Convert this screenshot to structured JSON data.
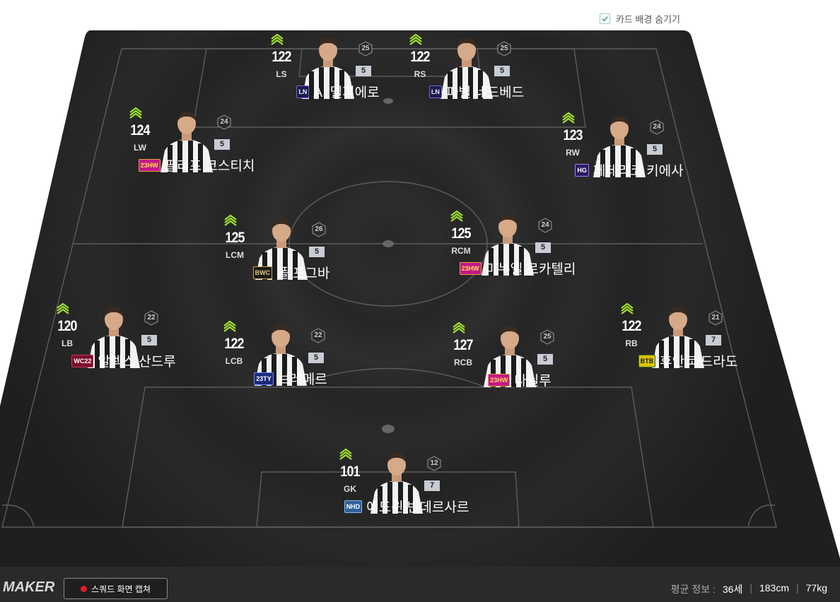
{
  "toggle": {
    "label": "카드 배경 숨기기",
    "checked": true
  },
  "players": [
    {
      "id": "ls",
      "ovr": "122",
      "pos": "LS",
      "level": "25",
      "grade": "5",
      "season": "LN",
      "name": "A. 델피에로"
    },
    {
      "id": "rs",
      "ovr": "122",
      "pos": "RS",
      "level": "25",
      "grade": "5",
      "season": "LN",
      "name": "파벨 네드베드"
    },
    {
      "id": "lw",
      "ovr": "124",
      "pos": "LW",
      "level": "24",
      "grade": "5",
      "season": "23HW",
      "name": "필리프 코스티치"
    },
    {
      "id": "rw",
      "ovr": "123",
      "pos": "RW",
      "level": "24",
      "grade": "5",
      "season": "HG",
      "name": "페데리코 키에사"
    },
    {
      "id": "lcm",
      "ovr": "125",
      "pos": "LCM",
      "level": "26",
      "grade": "5",
      "season": "BWC",
      "name": "폴 포그바"
    },
    {
      "id": "rcm",
      "ovr": "125",
      "pos": "RCM",
      "level": "24",
      "grade": "5",
      "season": "23HW",
      "name": "마누엘 로카텔리"
    },
    {
      "id": "lb",
      "ovr": "120",
      "pos": "LB",
      "level": "22",
      "grade": "5",
      "season": "WC22",
      "name": "알렉스 산드루"
    },
    {
      "id": "lcb",
      "ovr": "122",
      "pos": "LCB",
      "level": "22",
      "grade": "5",
      "season": "23TY",
      "name": "브레메르"
    },
    {
      "id": "rcb",
      "ovr": "127",
      "pos": "RCB",
      "level": "25",
      "grade": "5",
      "season": "23HW",
      "name": "다닐루"
    },
    {
      "id": "rb",
      "ovr": "122",
      "pos": "RB",
      "level": "21",
      "grade": "7",
      "season": "BTB",
      "name": "후안 콰드라도"
    },
    {
      "id": "gk",
      "ovr": "101",
      "pos": "GK",
      "level": "12",
      "grade": "7",
      "season": "NHD",
      "name": "에드윈 반데르사르"
    }
  ],
  "footer": {
    "logo": "MAKER",
    "capture_label": "스쿼드 화면 캡쳐",
    "avg_label": "평균 정보 :",
    "avg_age": "36세",
    "avg_height": "183cm",
    "avg_weight": "77kg"
  },
  "season_colors": {
    "LN": {
      "bg": "#1c1b4a",
      "fg": "#e8e8ff",
      "border": "#6a6ad8"
    },
    "23HW": {
      "bg": "#c4168a",
      "fg": "#ffe04a",
      "border": "#e6a23c"
    },
    "HG": {
      "bg": "#2a1a5e",
      "fg": "#ffffff",
      "border": "#a57bff"
    },
    "BWC": {
      "bg": "#1a1a1a",
      "fg": "#e9c879",
      "border": "#c9a24a"
    },
    "WC22": {
      "bg": "#7a0e2a",
      "fg": "#ffffff",
      "border": "#c9355d"
    },
    "23TY": {
      "bg": "#1a2b7a",
      "fg": "#ffffff",
      "border": "#6f86ff"
    },
    "BTB": {
      "bg": "#d9c400",
      "fg": "#1a1a1a",
      "border": "#3b6b2a"
    },
    "NHD": {
      "bg": "#2f5f9a",
      "fg": "#ffffff",
      "border": "#8fb6e6"
    }
  }
}
